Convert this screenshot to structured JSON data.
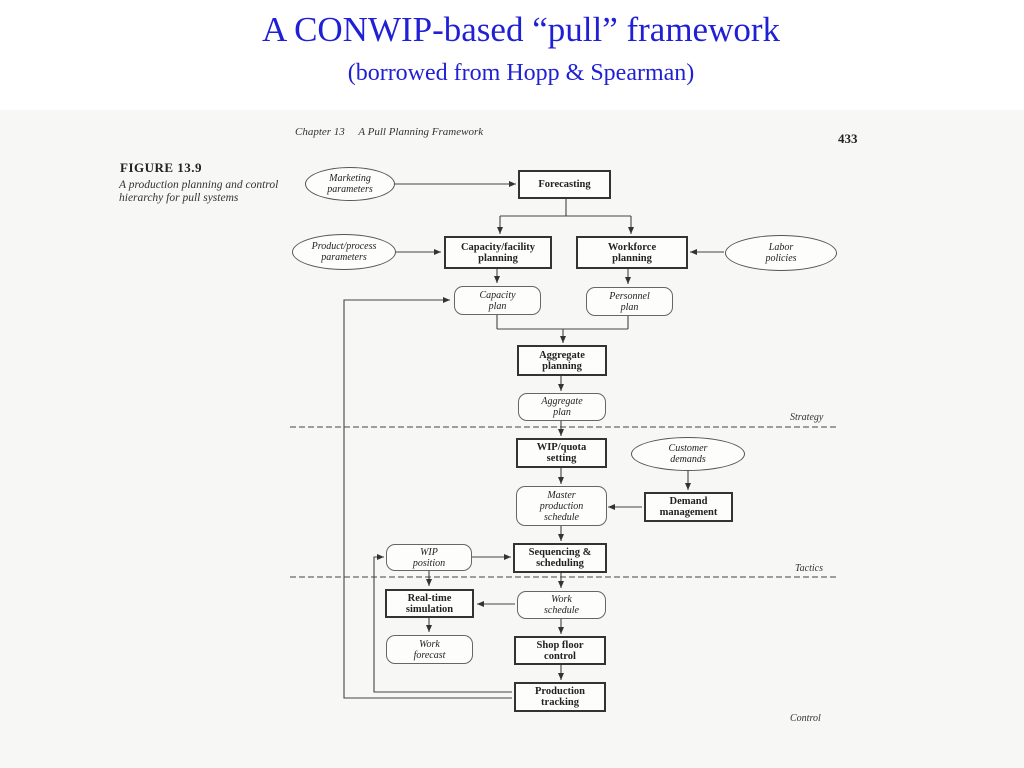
{
  "slide": {
    "title": "A CONWIP-based “pull” framework",
    "subtitle": "(borrowed from Hopp & Spearman)"
  },
  "page": {
    "running_head": "Chapter 13     A Pull Planning Framework",
    "page_number": "433"
  },
  "figure": {
    "label": "FIGURE 13.9",
    "caption": "A production planning and control hierarchy for pull systems"
  },
  "levels": {
    "strategy": "Strategy",
    "tactics": "Tactics",
    "control": "Control"
  },
  "nodes": {
    "marketing_parameters": "Marketing\nparameters",
    "forecasting": "Forecasting",
    "product_process_parameters": "Product/process\nparameters",
    "capacity_facility_planning": "Capacity/facility\nplanning",
    "workforce_planning": "Workforce\nplanning",
    "labor_policies": "Labor\npolicies",
    "capacity_plan": "Capacity\nplan",
    "personnel_plan": "Personnel\nplan",
    "aggregate_planning": "Aggregate\nplanning",
    "aggregate_plan": "Aggregate\nplan",
    "wip_quota_setting": "WIP/quota\nsetting",
    "customer_demands": "Customer\ndemands",
    "master_production_schedule": "Master\nproduction\nschedule",
    "demand_management": "Demand\nmanagement",
    "wip_position": "WIP\nposition",
    "sequencing_scheduling": "Sequencing &\nscheduling",
    "real_time_simulation": "Real-time\nsimulation",
    "work_schedule": "Work\nschedule",
    "work_forecast": "Work\nforecast",
    "shop_floor_control": "Shop floor\ncontrol",
    "production_tracking": "Production\ntracking"
  }
}
